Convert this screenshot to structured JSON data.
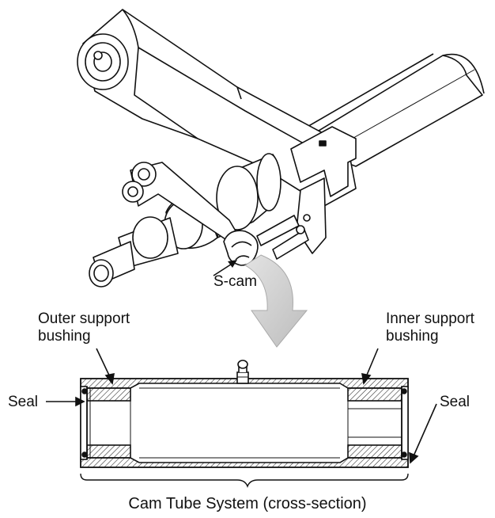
{
  "labels": {
    "s_cam": "S-cam",
    "outer_support_line1": "Outer support",
    "outer_support_line2": "bushing",
    "inner_support_line1": "Inner support",
    "inner_support_line2": "bushing",
    "seal_left": "Seal",
    "seal_right": "Seal"
  },
  "caption": "Cam Tube System (cross-section)",
  "colors": {
    "line": "#111111",
    "hatch": "#333333",
    "arrow_fill": "#cfcfcf",
    "background": "#ffffff"
  }
}
